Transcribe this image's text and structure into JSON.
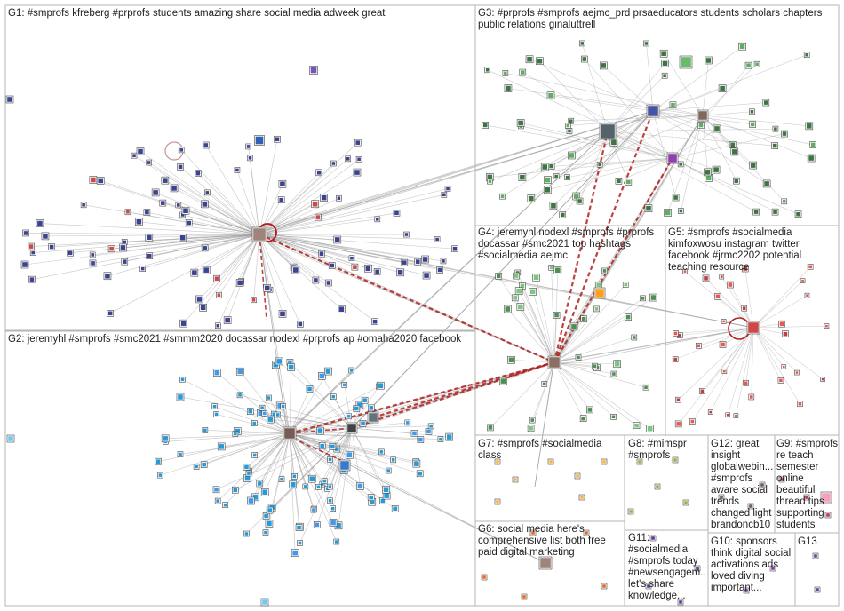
{
  "groups": [
    {
      "id": "G1",
      "label": "G1: #smprofs kfreberg #prprofs students amazing share social media adweek great",
      "color": "#1a237e"
    },
    {
      "id": "G2",
      "label": "G2: jeremyhl #smprofs #smc2021 #smmm2020 docassar nodexl #prprofs ap #omaha2020 facebook",
      "color": "#0288d1"
    },
    {
      "id": "G3",
      "label": "G3: #prprofs #smprofs aejmc_prd prsaeducators students scholars chapters public relations ginaluttrell",
      "color": "#1b5e20"
    },
    {
      "id": "G4",
      "label": "G4: jeremyhl nodexl #smprofs #prprofs docassar #smc2021 top hashtags #socialmedia aejmc",
      "color": "#2e7d32"
    },
    {
      "id": "G5",
      "label": "G5: #smprofs #socialmedia kimfoxwosu instagram twitter facebook #jrmc2202 potential teaching resource",
      "color": "#b71c1c"
    },
    {
      "id": "G6",
      "label": "G6: social media here's comprehensive list both free paid digital marketing",
      "color": "#e65100"
    },
    {
      "id": "G7",
      "label": "G7: #smprofs #socialmedia class",
      "color": "#f9a825"
    },
    {
      "id": "G8",
      "label": "G8: #mimspr #smprofs",
      "color": "#9e9d24"
    },
    {
      "id": "G9",
      "label": "G9: #smprofs re teach semester online beautiful thread tips supporting students",
      "color": "#ad1457"
    },
    {
      "id": "G10",
      "label": "G10: sponsors think digital social activations ads loved diving important...",
      "color": "#6a1b9a"
    },
    {
      "id": "G11",
      "label": "G11: #socialmedia #smprofs today #newsengagem... let's share knowledge...",
      "color": "#4a148c"
    },
    {
      "id": "G12",
      "label": "G12: great insight globalwebin... #smprofs aware social trends changed light brandoncb10",
      "color": "#5d4037"
    },
    {
      "id": "G13",
      "label": "G13",
      "color": "#283593"
    }
  ],
  "colors": {
    "edge": "#9a9a9a",
    "edge_red": "#b22222",
    "frame": "#b5b5b5"
  }
}
